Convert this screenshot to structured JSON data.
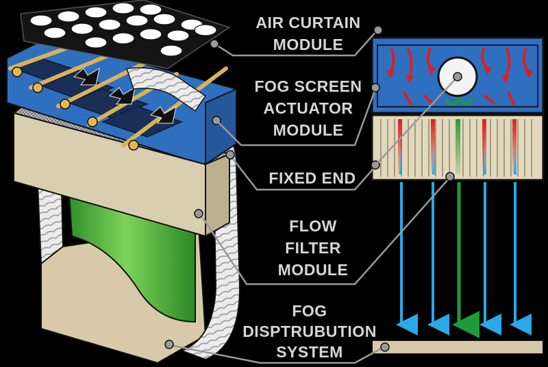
{
  "labels": {
    "air_curtain": [
      "AIR CURTAIN",
      "MODULE"
    ],
    "fog_screen": [
      "FOG SCREEN",
      "ACTUATOR",
      "MODULE"
    ],
    "fixed_end": [
      "FIXED END"
    ],
    "flow_filter": [
      "FLOW",
      "FILTER",
      "MODULE"
    ],
    "fog_distribution": [
      "FOG",
      "DISPTRUBUTION",
      "SYSTEM"
    ]
  },
  "colors": {
    "background": "#000000",
    "module_blue": "#2f6fc0",
    "filter_beige": "#d9cfb0",
    "fog_green": "#3fae3a",
    "duct_white": "#e6e6e6",
    "flow_arrow_blue": "#29a9e8",
    "flow_arrow_green": "#1f9a38",
    "air_arrow_red": "#d92121",
    "leader_gray": "#9a9a9a",
    "label_text": "#d6d6d6"
  }
}
